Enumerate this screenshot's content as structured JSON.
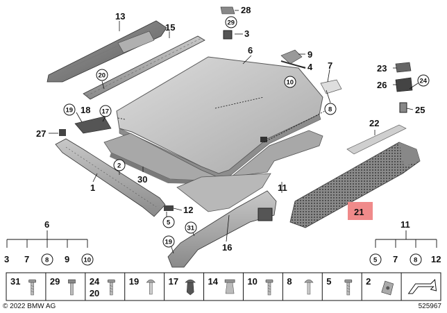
{
  "callouts": {
    "c13": "13",
    "c28": "28",
    "c29": "29",
    "c3a": "3",
    "c15": "15",
    "c6": "6",
    "c9": "9",
    "c4": "4",
    "c10a": "10",
    "c7": "7",
    "c20": "20",
    "c18": "18",
    "c19a": "19",
    "c17": "17",
    "c8a": "8",
    "c27": "27",
    "c2": "2",
    "c23": "23",
    "c26": "26",
    "c24": "24",
    "c25": "25",
    "c22": "22",
    "c30": "30",
    "c1": "1",
    "c11": "11",
    "c12": "12",
    "c5": "5",
    "c21": "21",
    "c31": "31",
    "c19b": "19",
    "c16": "16"
  },
  "group6": {
    "head": "6",
    "items": [
      "3",
      "7",
      "8",
      "9",
      "10"
    ],
    "circled": [
      false,
      false,
      true,
      false,
      true
    ]
  },
  "group11": {
    "head": "11",
    "items": [
      "5",
      "7",
      "8",
      "12"
    ],
    "circled": [
      true,
      false,
      true,
      false
    ]
  },
  "fastener_table": [
    {
      "label": "31",
      "label2": "",
      "icon": "screw-icon"
    },
    {
      "label": "29",
      "label2": "",
      "icon": "bolt-icon"
    },
    {
      "label": "24",
      "label2": "20",
      "icon": "screw-icon"
    },
    {
      "label": "19",
      "label2": "",
      "icon": "rivet-icon"
    },
    {
      "label": "17",
      "label2": "",
      "icon": "expanding-rivet-icon"
    },
    {
      "label": "14",
      "label2": "",
      "icon": "expanding-nut-icon"
    },
    {
      "label": "10",
      "label2": "",
      "icon": "screw-icon"
    },
    {
      "label": "8",
      "label2": "",
      "icon": "rivet-icon"
    },
    {
      "label": "5",
      "label2": "",
      "icon": "screw-icon"
    },
    {
      "label": "2",
      "label2": "",
      "icon": "clip-nut-icon"
    },
    {
      "label": "",
      "label2": "",
      "icon": "arrow-icon"
    }
  ],
  "highlight_color": "#f08a8a",
  "footer": {
    "copyright": "© 2022 BMW AG",
    "diagram_number": "525967"
  }
}
